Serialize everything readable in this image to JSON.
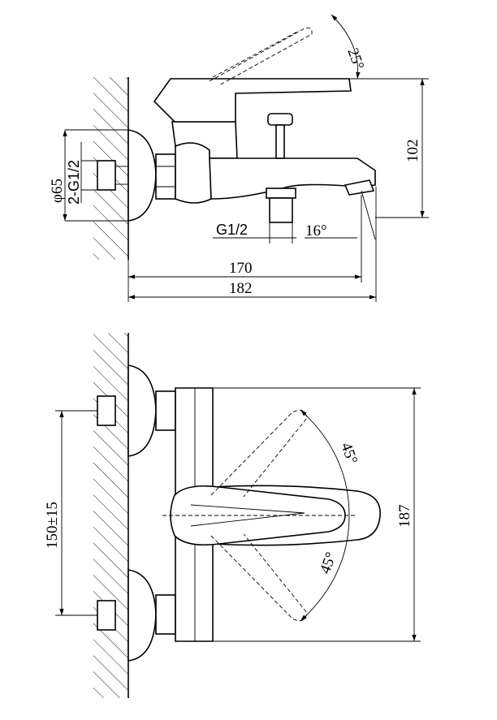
{
  "title": "Bath mixer dimension drawing",
  "side_view": {
    "lever_angle": "25°",
    "height": "102",
    "flange_diameter": "φ65",
    "inlet_thread": "2-G1/2",
    "outlet_thread": "G1/2",
    "spout_angle": "16°",
    "length_170": "170",
    "length_182": "182"
  },
  "front_view": {
    "angle_up": "45°",
    "angle_down": "45°",
    "center_distance": "150±15",
    "width": "187"
  }
}
